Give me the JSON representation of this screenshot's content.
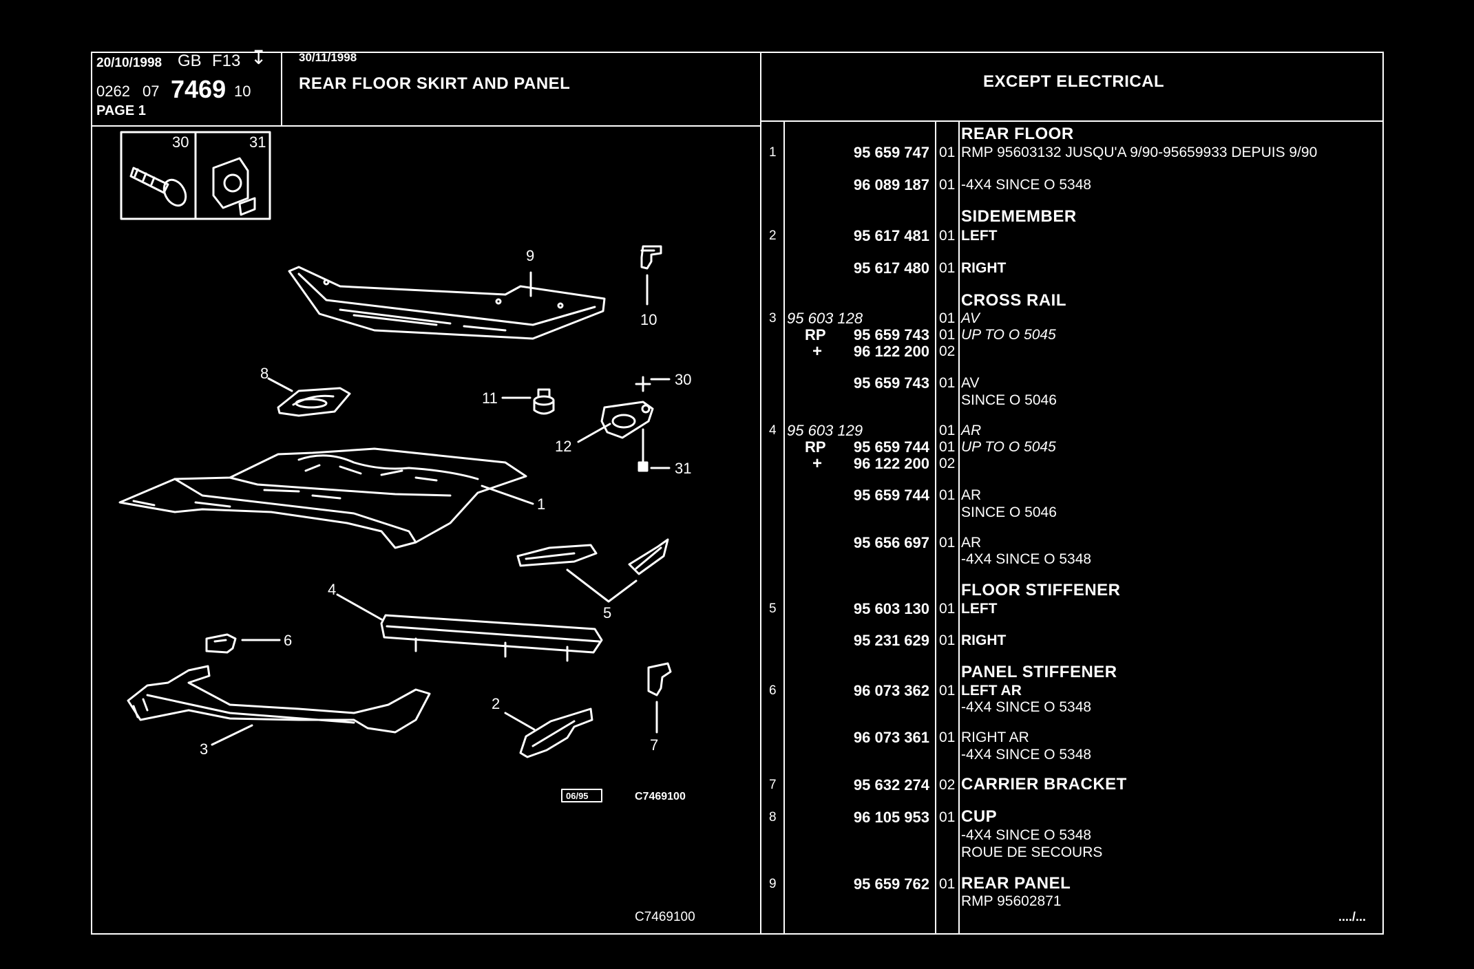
{
  "header": {
    "date1": "20/10/1998",
    "lang": "GB",
    "model": "F13",
    "arrow": "down-arrow-icon",
    "code_a": "0262",
    "code_b": "07",
    "code_main": "7469",
    "code_c": "10",
    "page_label": "PAGE 1",
    "date2": "30/11/1998",
    "title": "REAR FLOOR SKIRT AND PANEL",
    "right_title": "EXCEPT  ELECTRICAL"
  },
  "diagram": {
    "callouts": [
      "1",
      "2",
      "3",
      "4",
      "5",
      "6",
      "7",
      "8",
      "9",
      "10",
      "11",
      "12",
      "30",
      "31"
    ],
    "stamp": "06/95",
    "ref_top": "C7469100",
    "ref_bottom": "C7469100"
  },
  "parts": {
    "g1_title": "REAR FLOOR",
    "r1_no": "1",
    "r1_pn": "95 659 747",
    "r1_q": "01",
    "r1_d": "RMP 95603132 JUSQU'A 9/90-95659933 DEPUIS 9/90",
    "r2_pn": "96 089 187",
    "r2_q": "01",
    "r2_d": "-4X4 SINCE  O  5348",
    "g2_title": "SIDEMEMBER",
    "r3_no": "2",
    "r3_pn": "95 617 481",
    "r3_q": "01",
    "r3_d": "LEFT",
    "r4_pn": "95 617 480",
    "r4_q": "01",
    "r4_d": "RIGHT",
    "g3_title": "CROSS RAIL",
    "r5_no": "3",
    "r5_pn": "95 603 128",
    "r5_q": "01",
    "r5_d": "AV",
    "r6_pre": "RP",
    "r6_pn": "95 659 743",
    "r6_q": "01",
    "r6_d": "UP  TO  O  5045",
    "r7_pre": "+",
    "r7_pn": "96 122 200",
    "r7_q": "02",
    "r8_pn": "95 659 743",
    "r8_q": "01",
    "r8_d": "AV",
    "r8_d2": "SINCE  O  5046",
    "r9_no": "4",
    "r9_pn": "95 603 129",
    "r9_q": "01",
    "r9_d": "AR",
    "r10_pre": "RP",
    "r10_pn": "95 659 744",
    "r10_q": "01",
    "r10_d": "UP  TO  O  5045",
    "r11_pre": "+",
    "r11_pn": "96 122 200",
    "r11_q": "02",
    "r12_pn": "95 659 744",
    "r12_q": "01",
    "r12_d": "AR",
    "r12_d2": "SINCE  O  5046",
    "r13_pn": "95 656 697",
    "r13_q": "01",
    "r13_d": "AR",
    "r13_d2": "-4X4 SINCE  O  5348",
    "g4_title": "FLOOR STIFFENER",
    "r14_no": "5",
    "r14_pn": "95 603 130",
    "r14_q": "01",
    "r14_d": "LEFT",
    "r15_pn": "95 231 629",
    "r15_q": "01",
    "r15_d": "RIGHT",
    "g5_title": "PANEL STIFFENER",
    "r16_no": "6",
    "r16_pn": "96 073 362",
    "r16_q": "01",
    "r16_d": "LEFT AR",
    "r16_d2": "-4X4 SINCE  O  5348",
    "r17_pn": "96 073 361",
    "r17_q": "01",
    "r17_d": "RIGHT AR",
    "r17_d2": "-4X4 SINCE  O  5348",
    "r18_no": "7",
    "r18_pn": "95 632 274",
    "r18_q": "02",
    "r18_d": "CARRIER BRACKET",
    "r19_no": "8",
    "r19_pn": "96 105 953",
    "r19_q": "01",
    "r19_d": "CUP",
    "r19_d2": "-4X4 SINCE  O  5348",
    "r19_d3": "ROUE DE SECOURS",
    "r20_no": "9",
    "r20_pn": "95 659 762",
    "r20_q": "01",
    "r20_d": "REAR PANEL",
    "r20_d2": "RMP 95602871",
    "continued": "..../..."
  }
}
